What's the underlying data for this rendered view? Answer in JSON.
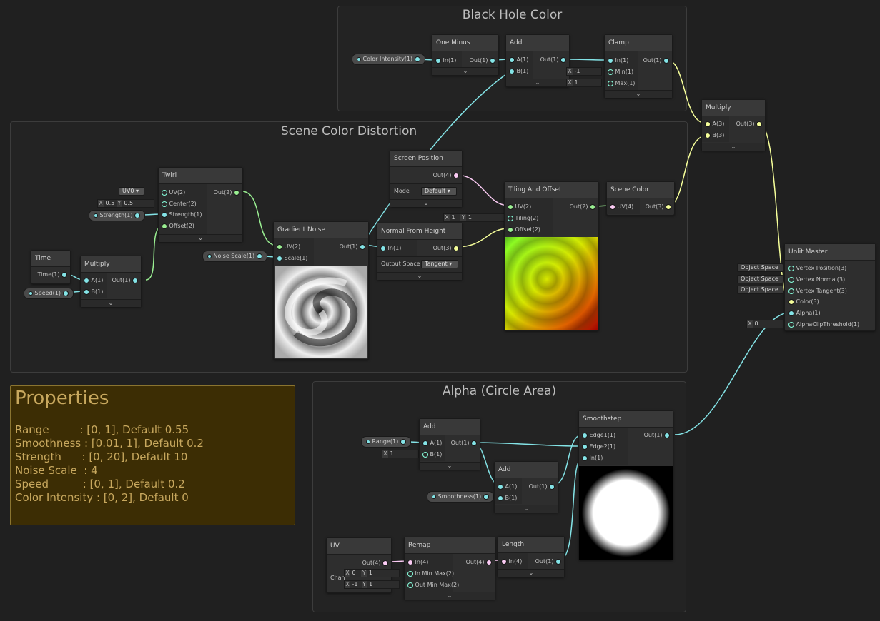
{
  "groups": {
    "black_hole": "Black Hole Color",
    "distortion": "Scene Color Distortion",
    "alpha": "Alpha (Circle Area)"
  },
  "properties_panel": {
    "title": "Properties",
    "rows": [
      "Range         : [0, 1], Default 0.55",
      "Smoothness : [0.01, 1], Default 0.2",
      "Strength      : [0, 20], Default 10",
      "Noise Scale  : 4",
      "Speed          : [0, 1], Default 0.2",
      "Color Intensity : [0, 2], Default 0"
    ]
  },
  "property_pills": {
    "color_intensity": "Color Intensity(1)",
    "strength": "Strength(1)",
    "speed": "Speed(1)",
    "noise_scale": "Noise Scale(1)",
    "range": "Range(1)",
    "smoothness": "Smoothness(1)"
  },
  "nodes": {
    "one_minus": {
      "title": "One Minus",
      "in": "In(1)",
      "out": "Out(1)"
    },
    "add_bh": {
      "title": "Add",
      "a": "A(1)",
      "b": "B(1)",
      "out": "Out(1)"
    },
    "clamp": {
      "title": "Clamp",
      "in": "In(1)",
      "min": "Min(1)",
      "max": "Max(1)",
      "out": "Out(1)",
      "min_val": "-1",
      "max_val": "1"
    },
    "multiply_top": {
      "title": "Multiply",
      "a": "A(3)",
      "b": "B(3)",
      "out": "Out(3)"
    },
    "screen_position": {
      "title": "Screen Position",
      "out": "Out(4)",
      "mode_label": "Mode",
      "mode_value": "Default"
    },
    "twirl": {
      "title": "Twirl",
      "uv": "UV(2)",
      "center": "Center(2)",
      "strength": "Strength(1)",
      "offset": "Offset(2)",
      "out": "Out(2)",
      "uv_dd": "UV0",
      "cx": "0.5",
      "cy": "0.5"
    },
    "time": {
      "title": "Time",
      "out": "Time(1)"
    },
    "multiply_mid": {
      "title": "Multiply",
      "a": "A(1)",
      "b": "B(1)",
      "out": "Out(1)"
    },
    "gradient_noise": {
      "title": "Gradient Noise",
      "uv": "UV(2)",
      "scale": "Scale(1)",
      "out": "Out(1)"
    },
    "normal_from_height": {
      "title": "Normal From Height",
      "in": "In(1)",
      "out": "Out(3)",
      "space_label": "Output Space",
      "space_value": "Tangent"
    },
    "tiling_offset": {
      "title": "Tiling And Offset",
      "uv": "UV(2)",
      "tiling": "Tiling(2)",
      "offset": "Offset(2)",
      "out": "Out(2)",
      "tx": "1",
      "ty": "1"
    },
    "scene_color": {
      "title": "Scene Color",
      "uv": "UV(4)",
      "out": "Out(3)"
    },
    "unlit_master": {
      "title": "Unlit Master",
      "ports": [
        "Vertex Position(3)",
        "Vertex Normal(3)",
        "Vertex Tangent(3)",
        "Color(3)",
        "Alpha(1)",
        "AlphaClipThreshold(1)"
      ],
      "space": "Object Space",
      "clip_val": "0"
    },
    "add_alpha1": {
      "title": "Add",
      "a": "A(1)",
      "b": "B(1)",
      "out": "Out(1)",
      "b_val": "1"
    },
    "add_alpha2": {
      "title": "Add",
      "a": "A(1)",
      "b": "B(1)",
      "out": "Out(1)"
    },
    "smoothstep": {
      "title": "Smoothstep",
      "e1": "Edge1(1)",
      "e2": "Edge2(1)",
      "in": "In(1)",
      "out": "Out(1)"
    },
    "uv": {
      "title": "UV",
      "out": "Out(4)",
      "channel": "Chan"
    },
    "remap": {
      "title": "Remap",
      "in": "In(4)",
      "inmm": "In Min Max(2)",
      "outmm": "Out Min Max(2)",
      "out": "Out(4)",
      "in_x": "0",
      "in_y": "1",
      "out_x": "-1",
      "out_y": "1"
    },
    "length": {
      "title": "Length",
      "in": "In(4)",
      "out": "Out(1)"
    }
  },
  "axis_labels": {
    "x": "X",
    "y": "Y"
  },
  "chevron": "⌄",
  "colors": {
    "float": "#84e4e7",
    "vec2": "#9aef92",
    "vec3": "#f6ff9a",
    "vec4": "#fbcbf4",
    "panel": "#3c2d04",
    "panel_text": "#c8a85e"
  }
}
